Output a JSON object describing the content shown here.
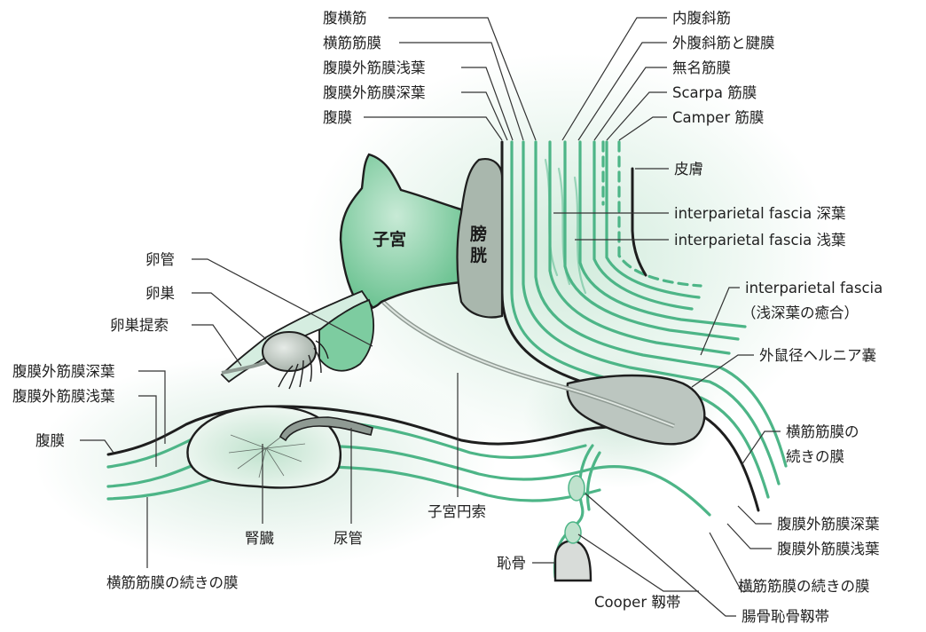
{
  "labels": {
    "fukuoukin": "腹横筋",
    "oukinmaku": "横筋筋膜",
    "fukumakugai_sen_top": "腹膜外筋膜浅葉",
    "fukumakugai_shin_top": "腹膜外筋膜深葉",
    "fukumaku_top": "腹膜",
    "naifukushakin": "内腹斜筋",
    "gaifukushakin": "外腹斜筋と腱膜",
    "mumei": "無名筋膜",
    "scarpa": "Scarpa 筋膜",
    "camper": "Camper 筋膜",
    "hifu": "皮膚",
    "ip_deep": "interparietal fascia 深葉",
    "ip_superficial": "interparietal fascia 浅葉",
    "ip_fused_1": "interparietal fascia",
    "ip_fused_2": "（浅深葉の癒合）",
    "hernia_1": "外鼠径ヘルニア嚢",
    "oukin_cont_right_1": "横筋筋膜の",
    "oukin_cont_right_2": "続きの膜",
    "fukumakugai_shin_right": "腹膜外筋膜深葉",
    "fukumakugai_sen_right": "腹膜外筋膜浅葉",
    "oukin_cont_right_full": "横筋筋膜の続きの膜",
    "chokotsu": "腸骨恥骨靱帯",
    "cooper": "Cooper 靱帯",
    "chikotsu": "恥骨",
    "shikyu_ensaku": "子宮円索",
    "nyokan": "尿管",
    "jinzo": "腎臓",
    "oukin_cont_bottom": "横筋筋膜の続きの膜",
    "fukumaku_left": "腹膜",
    "fukumakugai_sen_left": "腹膜外筋膜浅葉",
    "fukumakugai_shin_left": "腹膜外筋膜深葉",
    "ransou_teisaku": "卵巣提索",
    "ransou": "卵巣",
    "rankan": "卵管",
    "shikyu": "子宮",
    "boukou_1": "膀",
    "boukou_2": "胱"
  },
  "colors": {
    "membrane_green": "#4db587",
    "organ_green": "#7dcca0",
    "organ_light": "#d5ede0",
    "sac_gray": "#bcc6c0",
    "bladder_gray": "#a9b7ad",
    "outline_dark": "#1e1e1e"
  }
}
